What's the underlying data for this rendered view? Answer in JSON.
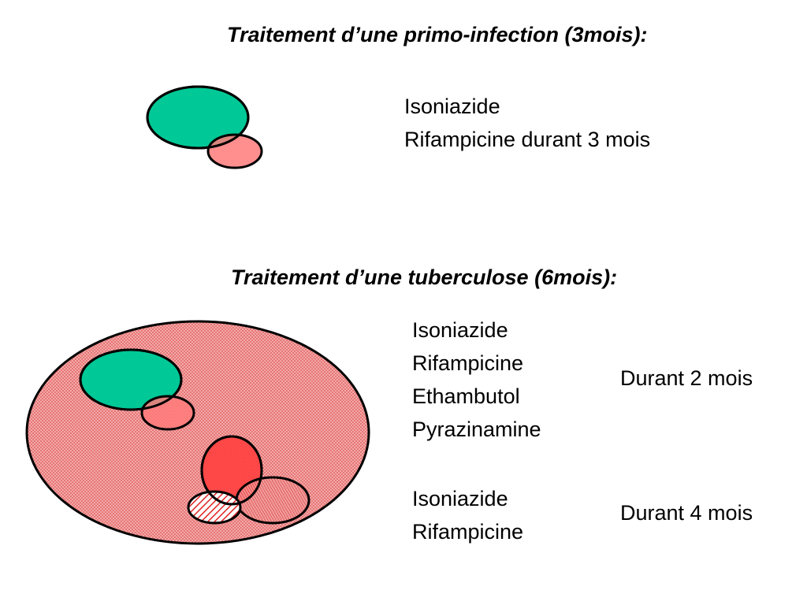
{
  "sections": {
    "primo_infection": {
      "title": "Traitement d’une primo-infection (3mois):",
      "drugs": [
        "Isoniazide",
        "Rifampicine durant 3 mois"
      ]
    },
    "tuberculose": {
      "title": "Traitement d’une tuberculose (6mois):",
      "initial_phase": {
        "drugs": [
          "Isoniazide",
          "Rifampicine",
          "Ethambutol",
          "Pyrazinamine"
        ],
        "duration": "Durant 2 mois"
      },
      "continuation_phase": {
        "drugs": [
          "Isoniazide",
          "Rifampicine"
        ],
        "duration": "Durant 4 mois"
      }
    }
  },
  "colors": {
    "green_population": "#00c896",
    "red_population": "#ff7a7a",
    "dark_red": "#ff3b3b",
    "outline": "#000000",
    "crosshatch_bg": "#f6b3b3",
    "crosshatch_line": "#e06060",
    "stripe": "#e02020"
  }
}
